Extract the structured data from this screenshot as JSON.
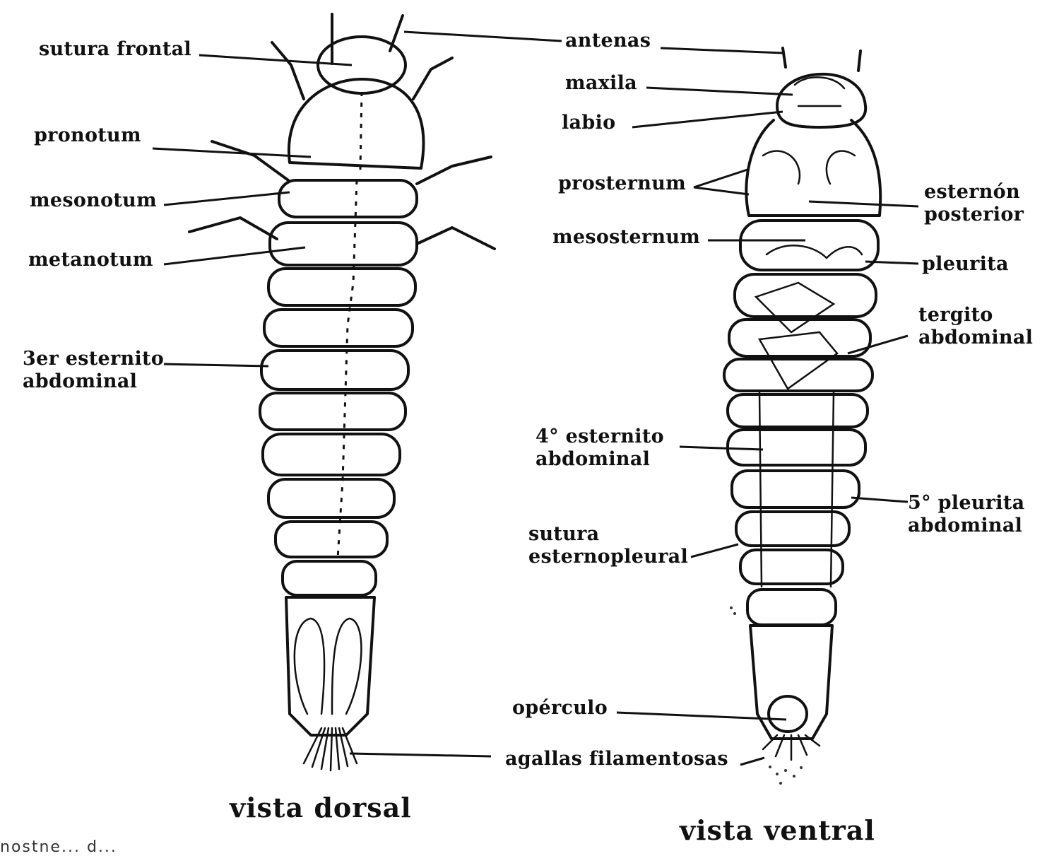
{
  "labels": {
    "sutura_frontal": "sutura frontal",
    "pronotum": "pronotum",
    "mesonotum": "mesonotum",
    "metanotum": "metanotum",
    "esternito3_line1": "3er esternito",
    "esternito3_line2": "abdominal",
    "antenas": "antenas",
    "maxila": "maxila",
    "labio": "labio",
    "prosternum": "prosternum",
    "esternon_line1": "esternón",
    "esternon_line2": "posterior",
    "mesosternum": "mesosternum",
    "pleurita": "pleurita",
    "tergito_line1": "tergito",
    "tergito_line2": "abdominal",
    "esternito4_line1": "4° esternito",
    "esternito4_line2": "abdominal",
    "pleurita5_line1": "5° pleurita",
    "pleurita5_line2": "abdominal",
    "sutura_est_line1": "sutura",
    "sutura_est_line2": "esternopleural",
    "operculo": "opérculo",
    "agallas": "agallas filamentosas"
  },
  "captions": {
    "dorsal": "vista dorsal",
    "ventral": "vista ventral"
  },
  "fragment": "nostne... d..."
}
